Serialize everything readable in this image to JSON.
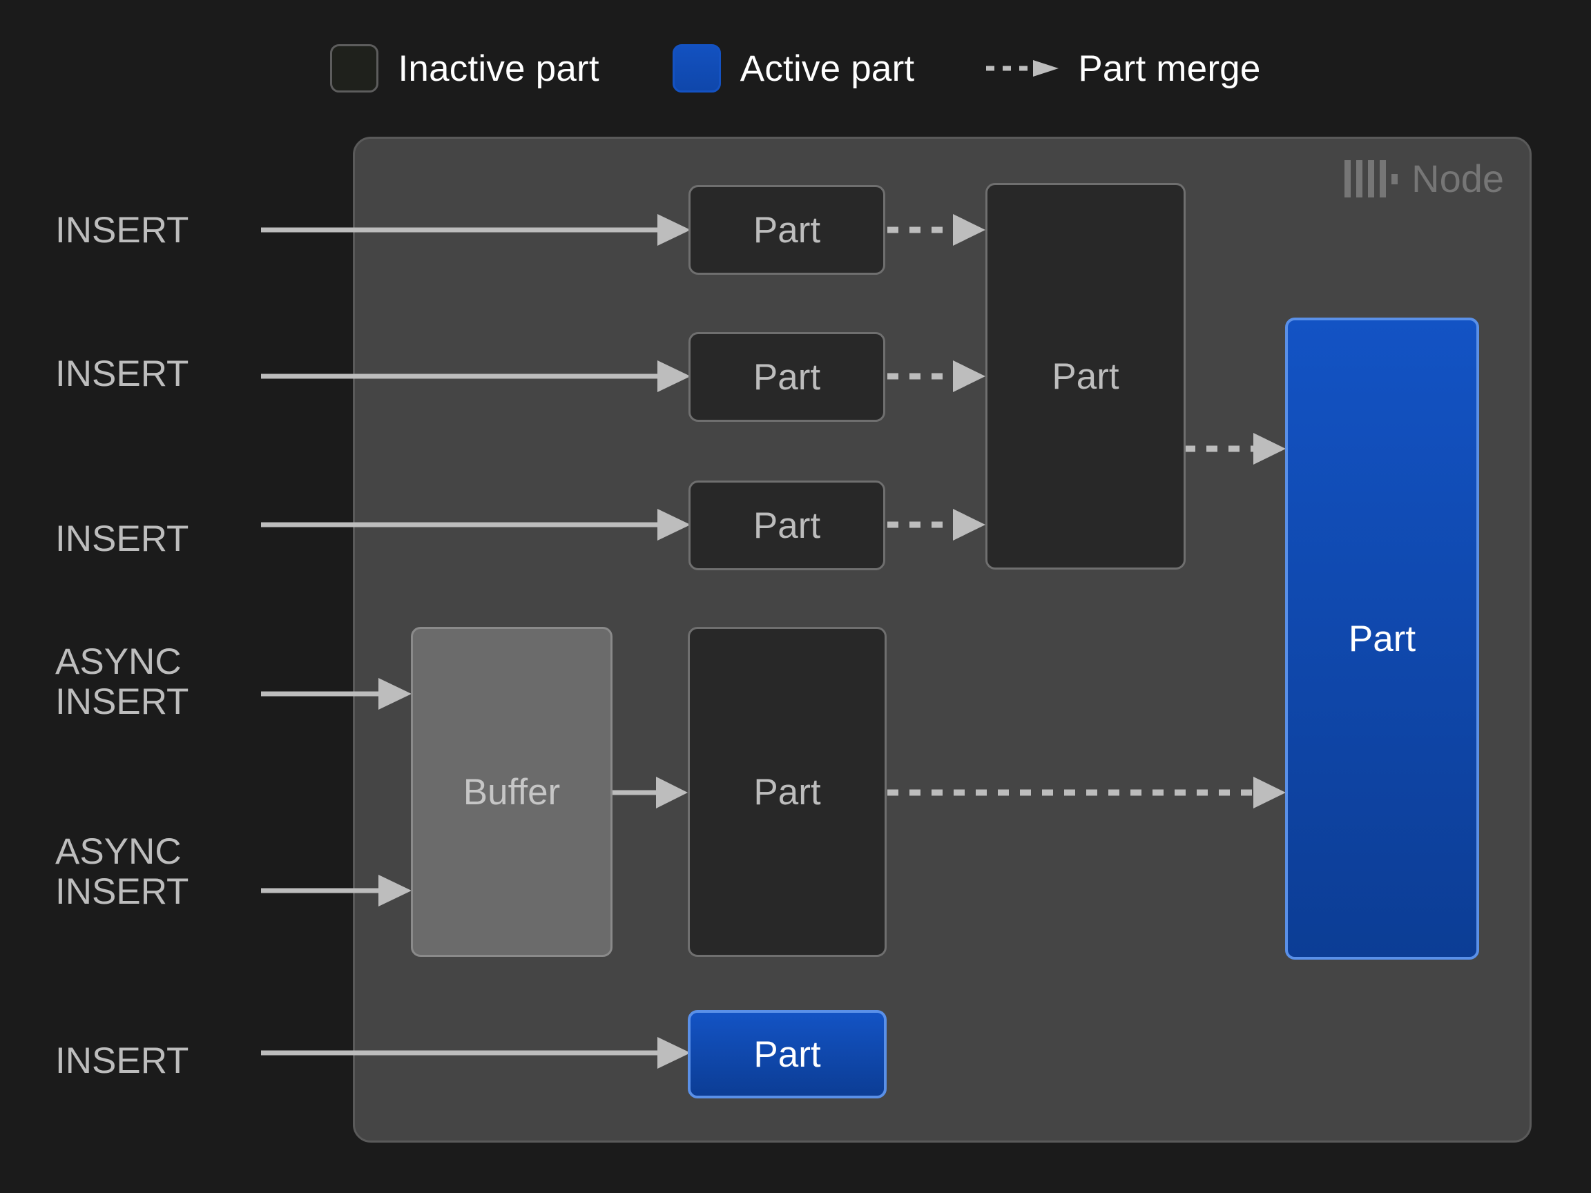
{
  "legend": {
    "items": [
      {
        "id": "inactive-part",
        "label": "Inactive part",
        "swatch": "inactive",
        "color": "#1f211c"
      },
      {
        "id": "active-part",
        "label": "Active part",
        "swatch": "active",
        "color": "#0f47ab"
      },
      {
        "id": "part-merge",
        "label": "Part merge",
        "swatch": "dashed-arrow",
        "color": "#bdbdbd"
      }
    ]
  },
  "node": {
    "label": "Node",
    "logo_icon": "clickhouse-logo-icon",
    "background": "#454545",
    "border": "#5a5a5a"
  },
  "inputs": [
    {
      "id": "insert-1",
      "label": "INSERT"
    },
    {
      "id": "insert-2",
      "label": "INSERT"
    },
    {
      "id": "insert-3",
      "label": "INSERT"
    },
    {
      "id": "async-insert-1",
      "label": "ASYNC\nINSERT"
    },
    {
      "id": "async-insert-2",
      "label": "ASYNC\nINSERT"
    },
    {
      "id": "insert-4",
      "label": "INSERT"
    }
  ],
  "boxes": {
    "part_1": {
      "label": "Part",
      "state": "inactive"
    },
    "part_2": {
      "label": "Part",
      "state": "inactive"
    },
    "part_3": {
      "label": "Part",
      "state": "inactive"
    },
    "part_merged": {
      "label": "Part",
      "state": "inactive"
    },
    "buffer": {
      "label": "Buffer",
      "state": "buffer"
    },
    "part_async": {
      "label": "Part",
      "state": "inactive"
    },
    "part_final": {
      "label": "Part",
      "state": "active"
    },
    "part_insert_4": {
      "label": "Part",
      "state": "active"
    }
  },
  "colors": {
    "page_background": "#1b1b1b",
    "node_background": "#454545",
    "part_inactive_fill": "#282828",
    "part_inactive_border": "#6f6f6f",
    "part_active_fill": "#0f47ab",
    "part_active_border": "#5a90e8",
    "buffer_fill": "#6b6b6b",
    "arrow": "#bdbdbd",
    "text_primary": "#ffffff",
    "text_muted": "#bdbdbd",
    "node_label": "#767676"
  }
}
